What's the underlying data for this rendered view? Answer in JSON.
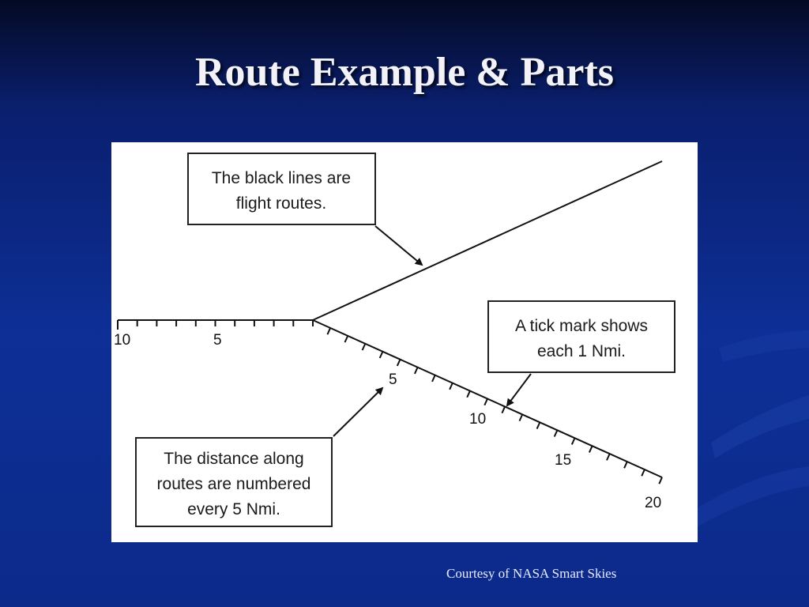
{
  "slide": {
    "title": "Route Example & Parts",
    "credit": "Courtesy of  NASA Smart Skies",
    "background_color": "#0d2f96"
  },
  "diagram": {
    "callouts": {
      "routes": [
        "The black lines are",
        "flight routes."
      ],
      "ticks": [
        "A tick mark shows",
        "each 1 Nmi."
      ],
      "distance": [
        "The distance along",
        "routes are numbered",
        "every 5 Nmi."
      ]
    },
    "tick_labels": {
      "west_10": "10",
      "west_5": "5",
      "southeast_5": "5",
      "southeast_10": "10",
      "southeast_15": "15",
      "southeast_20": "20"
    }
  }
}
